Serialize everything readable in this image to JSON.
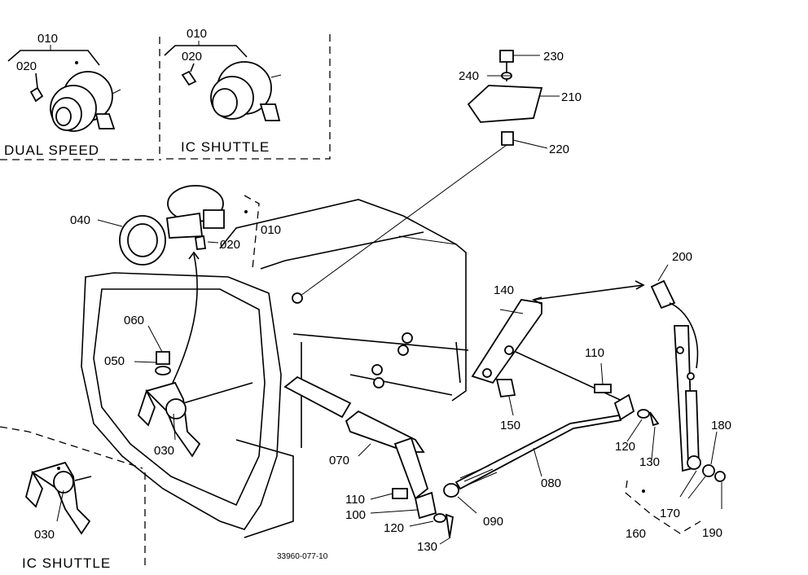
{
  "captions": {
    "dual_speed": "DUAL SPEED",
    "ic_shuttle_top": "IC SHUTTLE",
    "ic_shuttle_bottom": "IC SHUTTLE"
  },
  "labels": {
    "p010_a": "010",
    "p020_a": "020",
    "p010_b": "010",
    "p020_b": "020",
    "p230": "230",
    "p240": "240",
    "p210": "210",
    "p220": "220",
    "p040": "040",
    "p010_c": "010",
    "p020_c": "020",
    "p200": "200",
    "p140": "140",
    "p060": "060",
    "p050": "050",
    "p110_a": "110",
    "p030_a": "030",
    "p150": "150",
    "p120_a": "120",
    "p180": "180",
    "p130_a": "130",
    "p070": "070",
    "p080": "080",
    "p110_b": "110",
    "p100": "100",
    "p090": "090",
    "p170": "170",
    "p120_b": "120",
    "p130_b": "130",
    "p160": "160",
    "p190": "190",
    "p030_b": "030"
  },
  "footer": {
    "drawing_number": "33960-077-10"
  }
}
